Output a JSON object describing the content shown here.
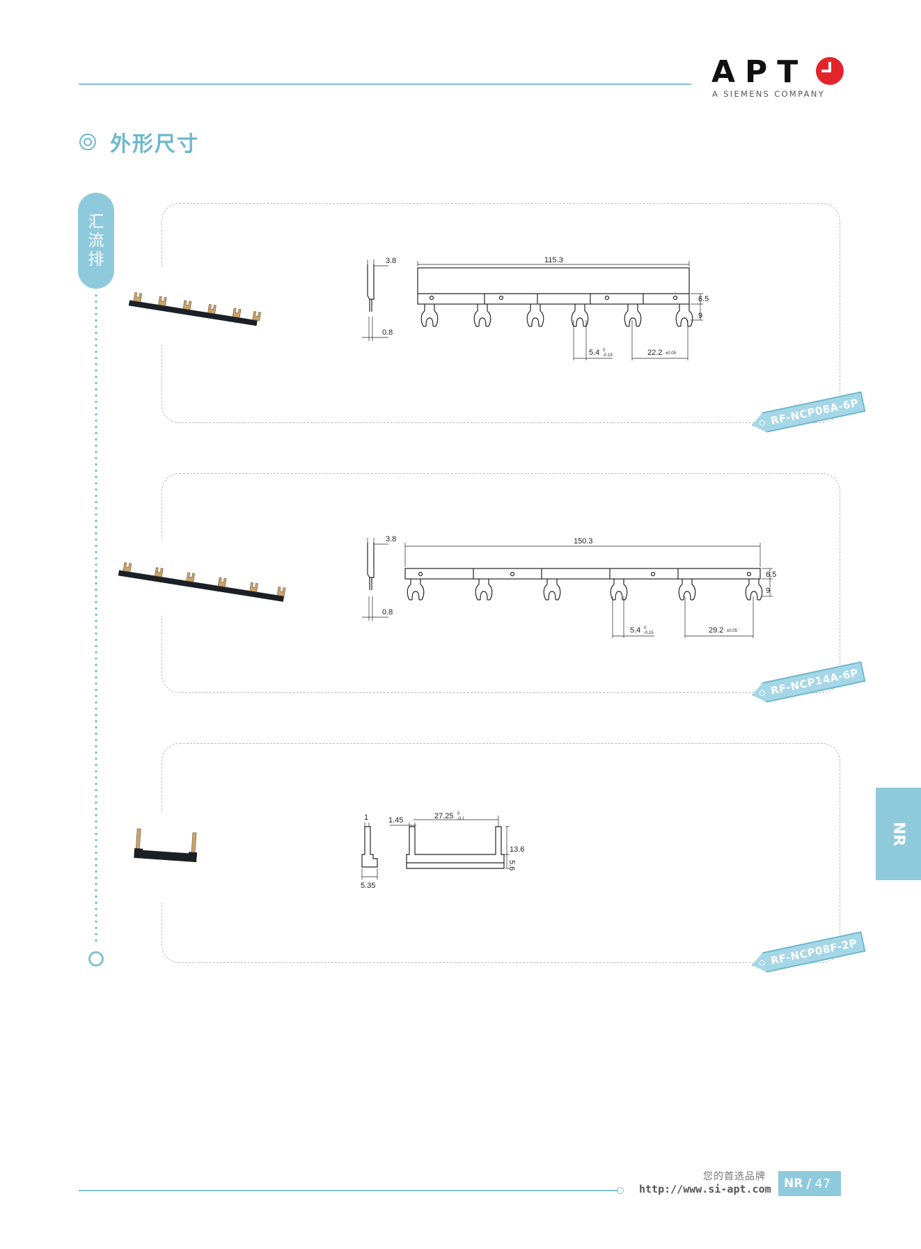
{
  "header": {
    "brand": "APT",
    "tagline": "A SIEMENS COMPANY"
  },
  "section": {
    "title": "外形尺寸"
  },
  "sidebar": {
    "label": [
      "汇",
      "流",
      "排"
    ]
  },
  "products": [
    {
      "model": "RF-NCP08A-6P",
      "dims": {
        "thickness_top": "3.8",
        "thickness_bottom": "0.8",
        "length": "115.3",
        "height_a": "6.5",
        "height_b": "9",
        "slot": "5.4",
        "slot_tol_top": "0",
        "slot_tol_bottom": "-0.15",
        "pitch": "22.2",
        "pitch_tol": "±0.05"
      }
    },
    {
      "model": "RF-NCP14A-6P",
      "dims": {
        "thickness_top": "3.8",
        "thickness_bottom": "0.8",
        "length": "150.3",
        "height_a": "6.5",
        "height_b": "9",
        "slot": "5.4",
        "slot_tol_top": "0",
        "slot_tol_bottom": "-0.15",
        "pitch": "29.2",
        "pitch_tol": "±0.05"
      }
    },
    {
      "model": "RF-NCP08F-2P",
      "dims": {
        "top": "1",
        "offset": "1.45",
        "width": "27.25",
        "width_tol_top": "0",
        "width_tol_bottom": "-0.1",
        "height": "13.6",
        "base": "5.6",
        "foot": "5.35"
      }
    }
  ],
  "side_tab": "NR",
  "footer": {
    "slogan": "您的首选品牌",
    "url": "http://www.si-apt.com",
    "section": "NR",
    "slash": "/",
    "page": "47"
  },
  "colors": {
    "accent": "#8ec9dc",
    "accent_dark": "#6db8cf",
    "brand_red": "#e3242b"
  }
}
